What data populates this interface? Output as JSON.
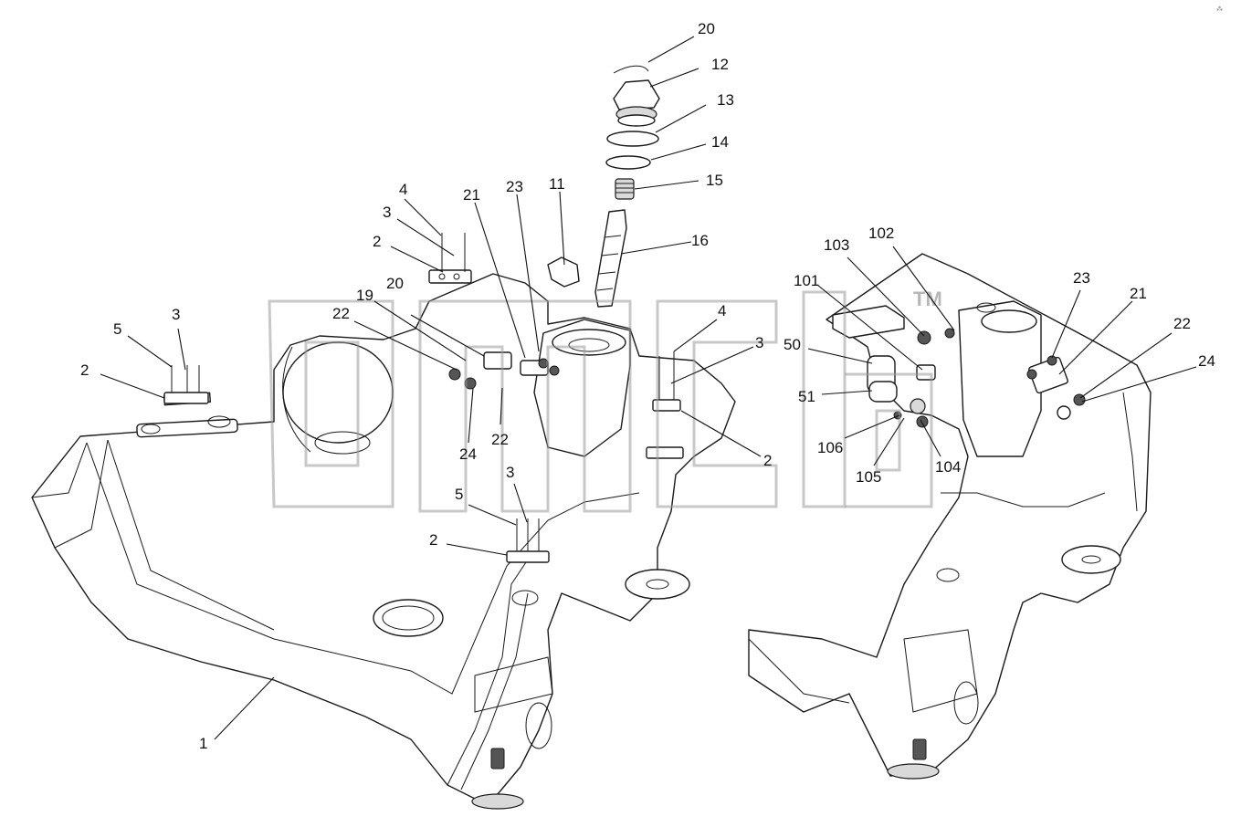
{
  "diagram": {
    "watermark": {
      "text": "TM"
    },
    "callouts": [
      {
        "id": "c-20a",
        "label": "20"
      },
      {
        "id": "c-12",
        "label": "12"
      },
      {
        "id": "c-13",
        "label": "13"
      },
      {
        "id": "c-14",
        "label": "14"
      },
      {
        "id": "c-15",
        "label": "15"
      },
      {
        "id": "c-16",
        "label": "16"
      },
      {
        "id": "c-11",
        "label": "11"
      },
      {
        "id": "c-23a",
        "label": "23"
      },
      {
        "id": "c-21a",
        "label": "21"
      },
      {
        "id": "c-4a",
        "label": "4"
      },
      {
        "id": "c-3a",
        "label": "3"
      },
      {
        "id": "c-2a",
        "label": "2"
      },
      {
        "id": "c-20b",
        "label": "20"
      },
      {
        "id": "c-19",
        "label": "19"
      },
      {
        "id": "c-22a",
        "label": "22"
      },
      {
        "id": "c-5a",
        "label": "5"
      },
      {
        "id": "c-3b",
        "label": "3"
      },
      {
        "id": "c-2b",
        "label": "2"
      },
      {
        "id": "c-4b",
        "label": "4"
      },
      {
        "id": "c-3c",
        "label": "3"
      },
      {
        "id": "c-2c",
        "label": "2"
      },
      {
        "id": "c-22b",
        "label": "22"
      },
      {
        "id": "c-24a",
        "label": "24"
      },
      {
        "id": "c-3d",
        "label": "3"
      },
      {
        "id": "c-5b",
        "label": "5"
      },
      {
        "id": "c-2d",
        "label": "2"
      },
      {
        "id": "c-1",
        "label": "1"
      },
      {
        "id": "c-102",
        "label": "102"
      },
      {
        "id": "c-103",
        "label": "103"
      },
      {
        "id": "c-101",
        "label": "101"
      },
      {
        "id": "c-50",
        "label": "50"
      },
      {
        "id": "c-51",
        "label": "51"
      },
      {
        "id": "c-106",
        "label": "106"
      },
      {
        "id": "c-105",
        "label": "105"
      },
      {
        "id": "c-104",
        "label": "104"
      },
      {
        "id": "c-23b",
        "label": "23"
      },
      {
        "id": "c-21b",
        "label": "21"
      },
      {
        "id": "c-22c",
        "label": "22"
      },
      {
        "id": "c-24b",
        "label": "24"
      }
    ]
  }
}
